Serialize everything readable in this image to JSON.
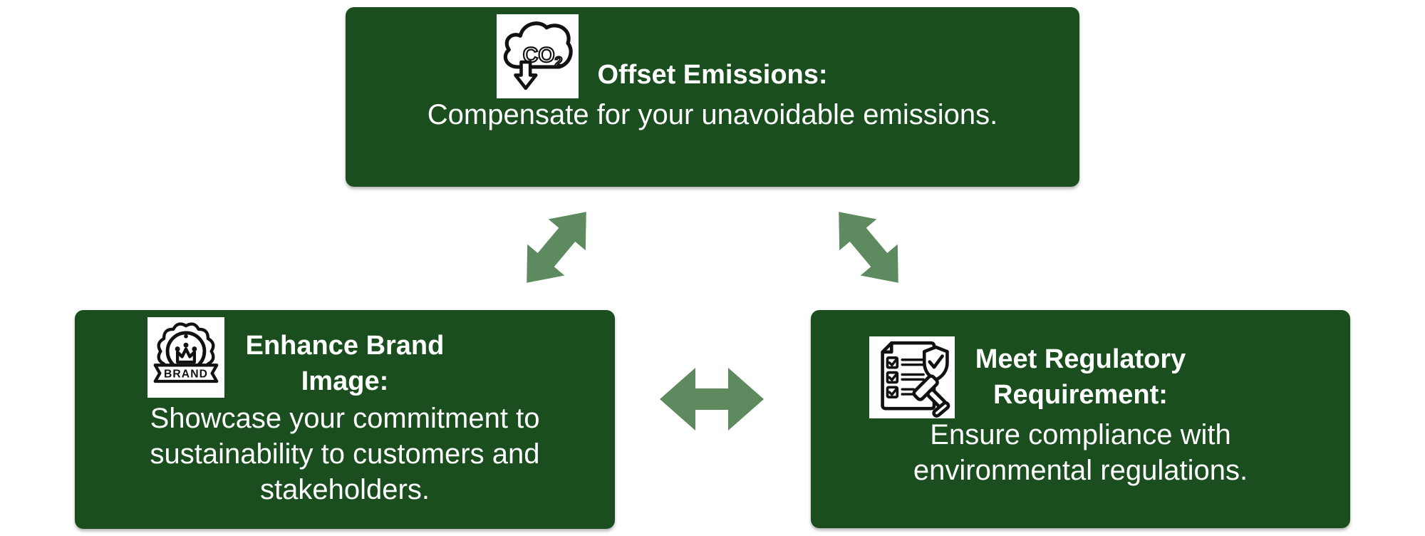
{
  "colors": {
    "page_bg": "#ffffff",
    "box_green": "#1a4e1f",
    "arrow_green": "#5d8a5f",
    "icon_ink": "#111111",
    "text_white": "#ffffff"
  },
  "boxes": {
    "offset": {
      "title": "Offset Emissions:",
      "body": "Compensate for your unavoidable emissions.",
      "icon": "co2-cloud-down-arrow-icon"
    },
    "brand": {
      "title": "Enhance Brand\nImage:",
      "body": "Showcase your commitment to\nsustainability to customers and\nstakeholders.",
      "icon": "brand-badge-crown-icon"
    },
    "regulatory": {
      "title": "Meet Regulatory\nRequirement:",
      "body": "Ensure compliance with\nenvironmental regulations.",
      "icon": "compliance-checklist-shield-gavel-icon"
    }
  },
  "icons": {
    "co2_main": "CO",
    "co2_sub": "2",
    "brand_label": "BRAND"
  },
  "arrows": {
    "top_left": "double-headed-diagonal-arrow",
    "top_right": "double-headed-diagonal-arrow",
    "bottom_middle": "double-headed-horizontal-arrow"
  }
}
